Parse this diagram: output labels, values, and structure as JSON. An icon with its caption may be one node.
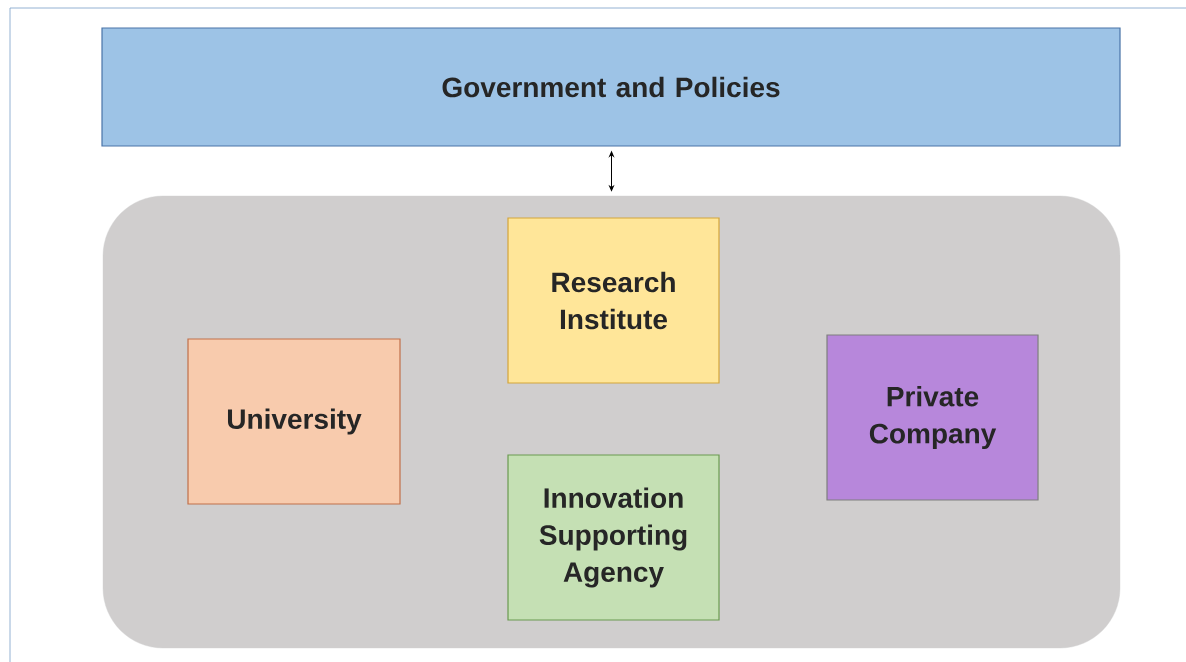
{
  "diagram": {
    "nodes": [
      {
        "text": [
          "Government and Policies"
        ]
      },
      {
        "text": [],
        "shape": "box"
      },
      {
        "text": [
          "Research Institute"
        ],
        "in": 1
      },
      {
        "text": [
          "University"
        ],
        "in": 1
      },
      {
        "text": [
          "Private Company"
        ],
        "in": 1
      },
      {
        "text": [
          "Innovation Supporting Agency"
        ],
        "in": 1
      }
    ],
    "edges": [
      {
        "from": 0,
        "to": 1,
        "arrow": "both"
      }
    ]
  }
}
